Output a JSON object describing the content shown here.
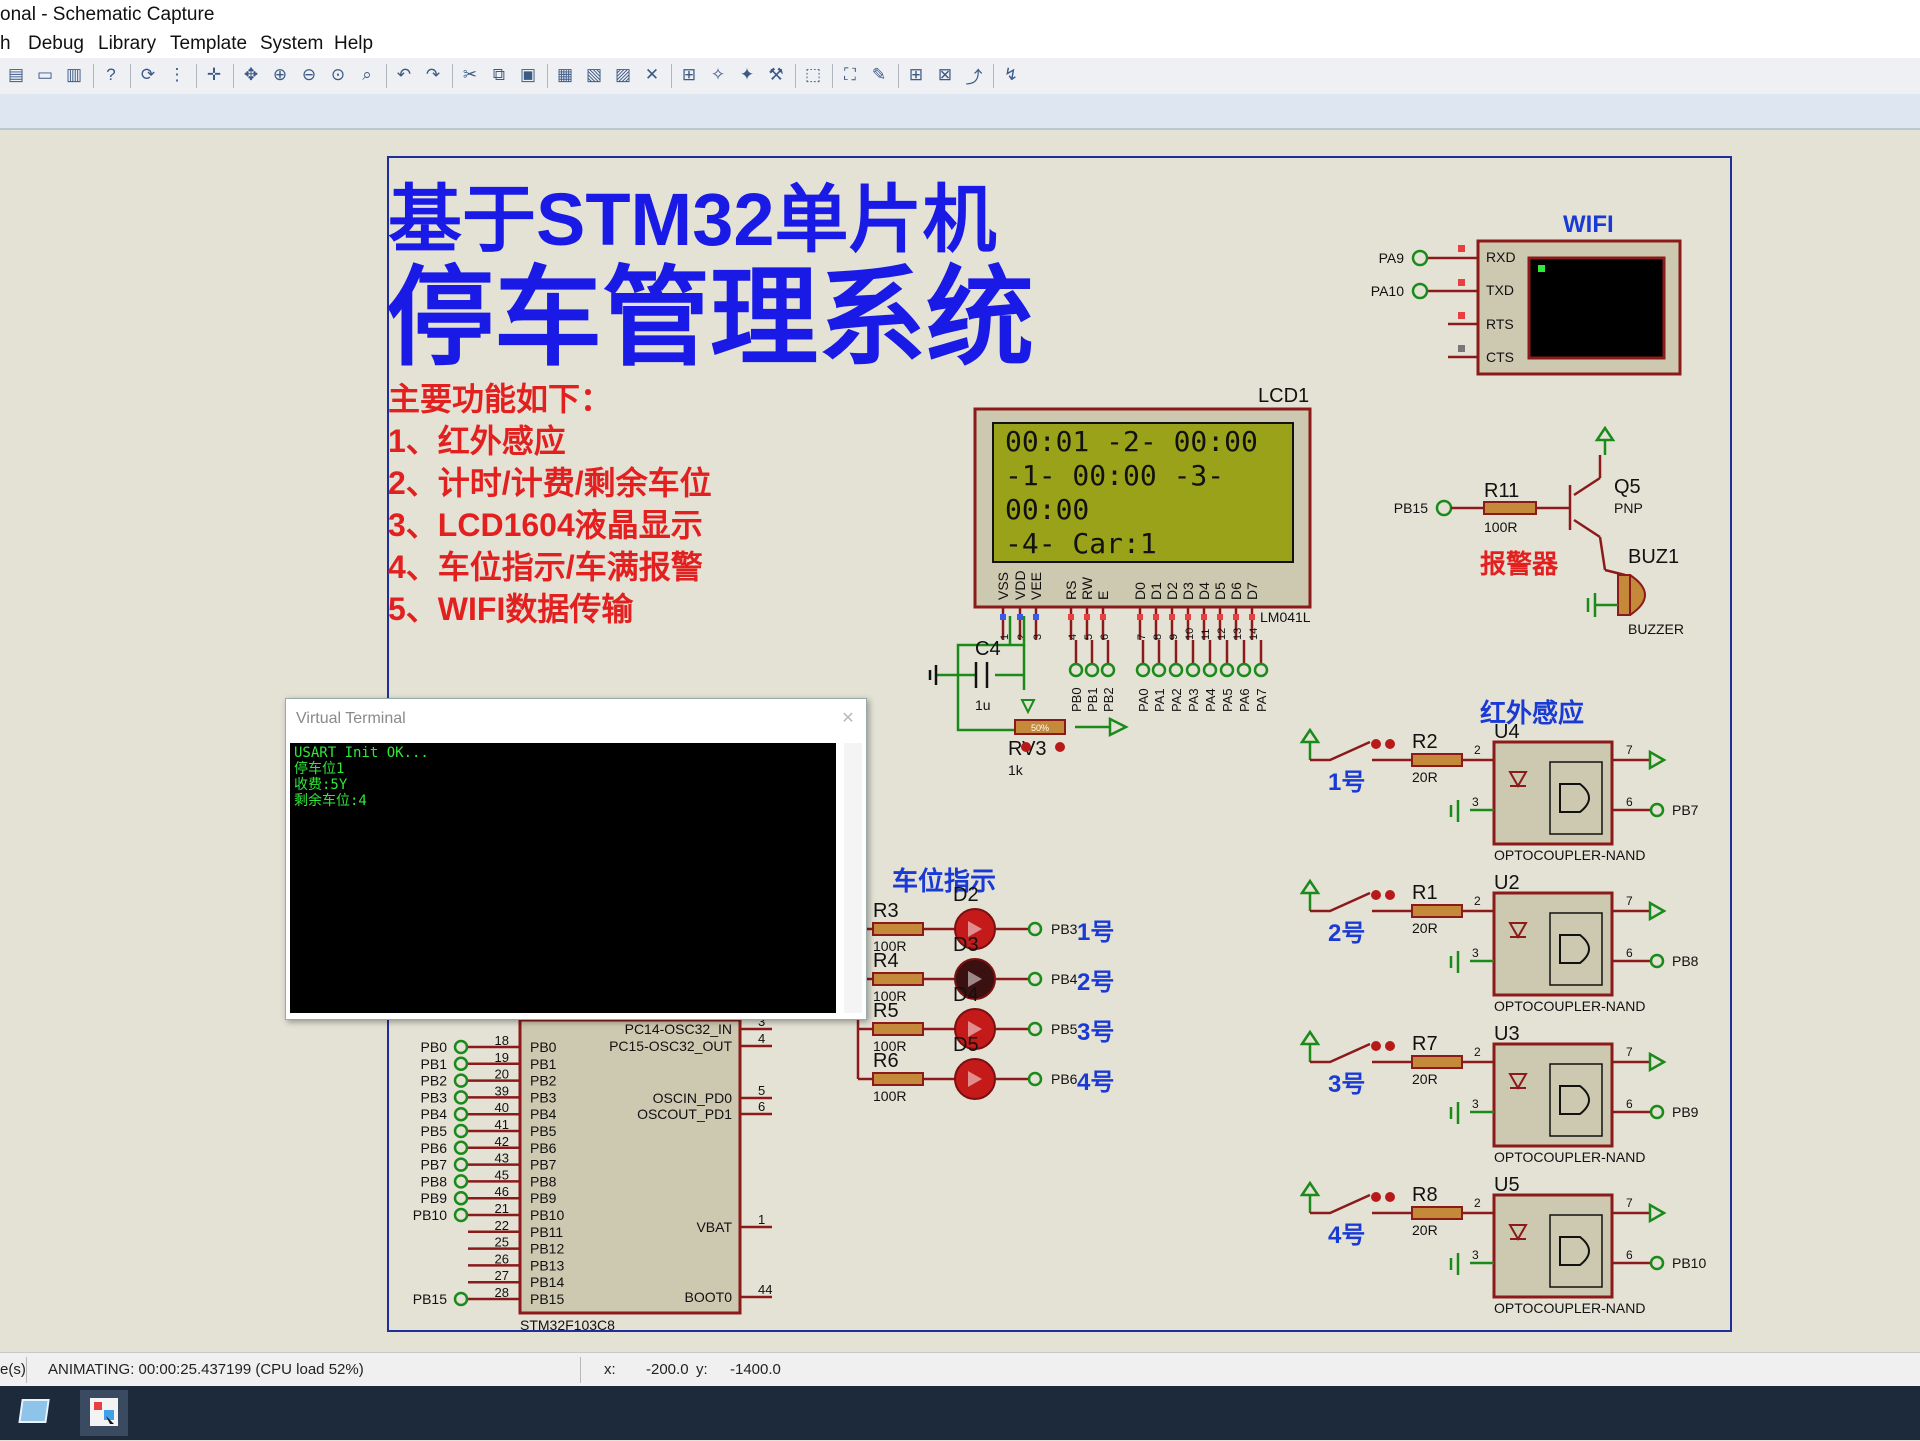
{
  "window": {
    "title": "onal - Schematic Capture"
  },
  "menu": [
    "h",
    "Debug",
    "Library",
    "Template",
    "System",
    "Help"
  ],
  "toolbar": {
    "icons": [
      "new-sheet-icon",
      "bom-icon",
      "report-icon",
      "help-icon",
      "refresh-icon",
      "grid-icon",
      "origin-icon",
      "pan-icon",
      "zoom-in-icon",
      "zoom-out-icon",
      "zoom-all-icon",
      "zoom-area-icon",
      "undo-icon",
      "redo-icon",
      "cut-icon",
      "copy-icon",
      "paste-icon",
      "block-copy-icon",
      "block-move-icon",
      "block-rotate-icon",
      "block-delete-icon",
      "pick-device-icon",
      "make-device-icon",
      "packaging-icon",
      "decompose-icon",
      "wire-autorouter-icon",
      "search-tag-icon",
      "property-assign-icon",
      "new-sheet-icon-2",
      "remove-sheet-icon",
      "goto-sheet-icon",
      "netlist-icon"
    ]
  },
  "schematic": {
    "title1": "基于STM32单片机",
    "title2": "停车管理系统",
    "features": [
      "主要功能如下：",
      "1、红外感应",
      "2、计时/计费/剩余车位",
      "3、LCD1604液晶显示",
      "4、车位指示/车满报警",
      "5、WIFI数据传输"
    ],
    "wifi": {
      "label": "WIFI",
      "pins": [
        "RXD",
        "TXD",
        "RTS",
        "CTS"
      ],
      "nets": [
        "PA9",
        "PA10"
      ]
    },
    "lcd": {
      "ref": "LCD1",
      "part": "LM041L",
      "lines": [
        "00:01  -2- 00:00",
        "-1-  00:00   -3-",
        "00:00",
        "-4-    Car:1"
      ],
      "pins": [
        "VSS",
        "VDD",
        "VEE",
        "RS",
        "RW",
        "E",
        "D0",
        "D1",
        "D2",
        "D3",
        "D4",
        "D5",
        "D6",
        "D7"
      ],
      "pinnums": [
        "1",
        "2",
        "3",
        "4",
        "5",
        "6",
        "7",
        "8",
        "9",
        "10",
        "11",
        "12",
        "13",
        "14"
      ],
      "nets": [
        "PB0",
        "PB1",
        "PB2",
        "PA0",
        "PA1",
        "PA2",
        "PA3",
        "PA4",
        "PA5",
        "PA6",
        "PA7"
      ]
    },
    "cap": {
      "ref": "C4",
      "value": "1u"
    },
    "pot": {
      "ref": "RV3",
      "value": "1k",
      "pct": "50%"
    },
    "alarm": {
      "net": "PB15",
      "res": "R11",
      "resval": "100R",
      "ref": "Q5",
      "type": "PNP",
      "buzzer": "BUZ1",
      "buzzertype": "BUZZER",
      "label": "报警器"
    },
    "ir": {
      "title": "红外感应",
      "channels": [
        {
          "res": "R2",
          "val": "20R",
          "num": "1号",
          "u": "U4",
          "out": "PB7"
        },
        {
          "res": "R1",
          "val": "20R",
          "num": "2号",
          "u": "U2",
          "out": "PB8"
        },
        {
          "res": "R7",
          "val": "20R",
          "num": "3号",
          "u": "U3",
          "out": "PB9"
        },
        {
          "res": "R8",
          "val": "20R",
          "num": "4号",
          "u": "U5",
          "out": "PB10"
        }
      ],
      "part": "OPTOCOUPLER-NAND",
      "pins": [
        "2",
        "3",
        "7",
        "6"
      ]
    },
    "leds": {
      "title": "车位指示",
      "items": [
        {
          "res": "R3",
          "val": "100R",
          "d": "D2",
          "net": "PB3",
          "num": "1号"
        },
        {
          "res": "R4",
          "val": "100R",
          "d": "D3",
          "net": "PB4",
          "num": "2号"
        },
        {
          "res": "R5",
          "val": "100R",
          "d": "D4",
          "net": "PB5",
          "num": "3号"
        },
        {
          "res": "R6",
          "val": "100R",
          "d": "D5",
          "net": "PB6",
          "num": "4号"
        }
      ]
    },
    "mcu": {
      "part": "STM32F103C8",
      "left": [
        {
          "n": "PB0",
          "p": "18",
          "i": "PB0"
        },
        {
          "n": "PB1",
          "p": "19",
          "i": "PB1"
        },
        {
          "n": "PB2",
          "p": "20",
          "i": "PB2"
        },
        {
          "n": "PB3",
          "p": "39",
          "i": "PB3"
        },
        {
          "n": "PB4",
          "p": "40",
          "i": "PB4"
        },
        {
          "n": "PB5",
          "p": "41",
          "i": "PB5"
        },
        {
          "n": "PB6",
          "p": "42",
          "i": "PB6"
        },
        {
          "n": "PB7",
          "p": "43",
          "i": "PB7"
        },
        {
          "n": "PB8",
          "p": "45",
          "i": "PB8"
        },
        {
          "n": "PB9",
          "p": "46",
          "i": "PB9"
        },
        {
          "n": "PB10",
          "p": "21",
          "i": "PB10"
        },
        {
          "n": "",
          "p": "22",
          "i": "PB11"
        },
        {
          "n": "",
          "p": "25",
          "i": "PB12"
        },
        {
          "n": "",
          "p": "26",
          "i": "PB13"
        },
        {
          "n": "",
          "p": "27",
          "i": "PB14"
        },
        {
          "n": "PB15",
          "p": "28",
          "i": "PB15"
        }
      ],
      "right": [
        {
          "t": "PC14-OSC32_IN",
          "p": "3"
        },
        {
          "t": "PC15-OSC32_OUT",
          "p": "4"
        },
        {
          "t": "OSCIN_PD0",
          "p": "5"
        },
        {
          "t": "OSCOUT_PD1",
          "p": "6"
        },
        {
          "t": "VBAT",
          "p": "1"
        },
        {
          "t": "BOOT0",
          "p": "44"
        }
      ]
    }
  },
  "terminal": {
    "title": "Virtual Terminal",
    "lines": [
      "USART Init OK...",
      "",
      "停车位1",
      "收费:5Y",
      "剩余车位:4"
    ]
  },
  "status": {
    "left": "e(s)",
    "anim": "ANIMATING: 00:00:25.437199 (CPU load 52%)",
    "x_label": "x:",
    "x": "-200.0",
    "y_label": "y:",
    "y": "-1400.0"
  },
  "taskbar": {
    "icons": [
      "app-icon-1",
      "app-icon-2"
    ]
  }
}
